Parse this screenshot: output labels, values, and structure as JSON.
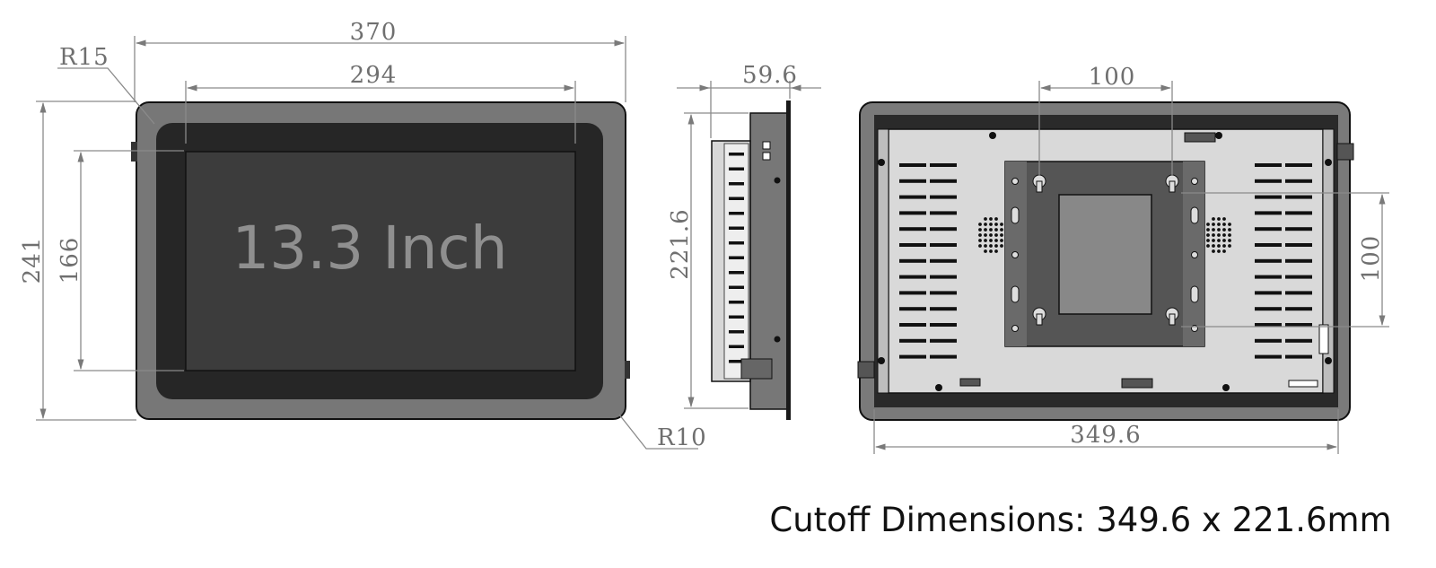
{
  "front_view": {
    "overall_width": "370",
    "display_width": "294",
    "overall_height": "241",
    "display_height": "166",
    "corner_radius_outer": "R15",
    "corner_radius_inner": "R10",
    "screen_label": "13.3 Inch"
  },
  "side_view": {
    "depth": "59.6",
    "body_height": "221.6"
  },
  "rear_view": {
    "vesa_horizontal": "100",
    "vesa_vertical": "100",
    "cutout_width": "349.6"
  },
  "caption": "Cutoff Dimensions: 349.6 x 221.6mm",
  "colors": {
    "bezel": "#757575",
    "panel": "#262626",
    "screen": "#3c3c3c",
    "dimension": "#8a8a8a"
  }
}
